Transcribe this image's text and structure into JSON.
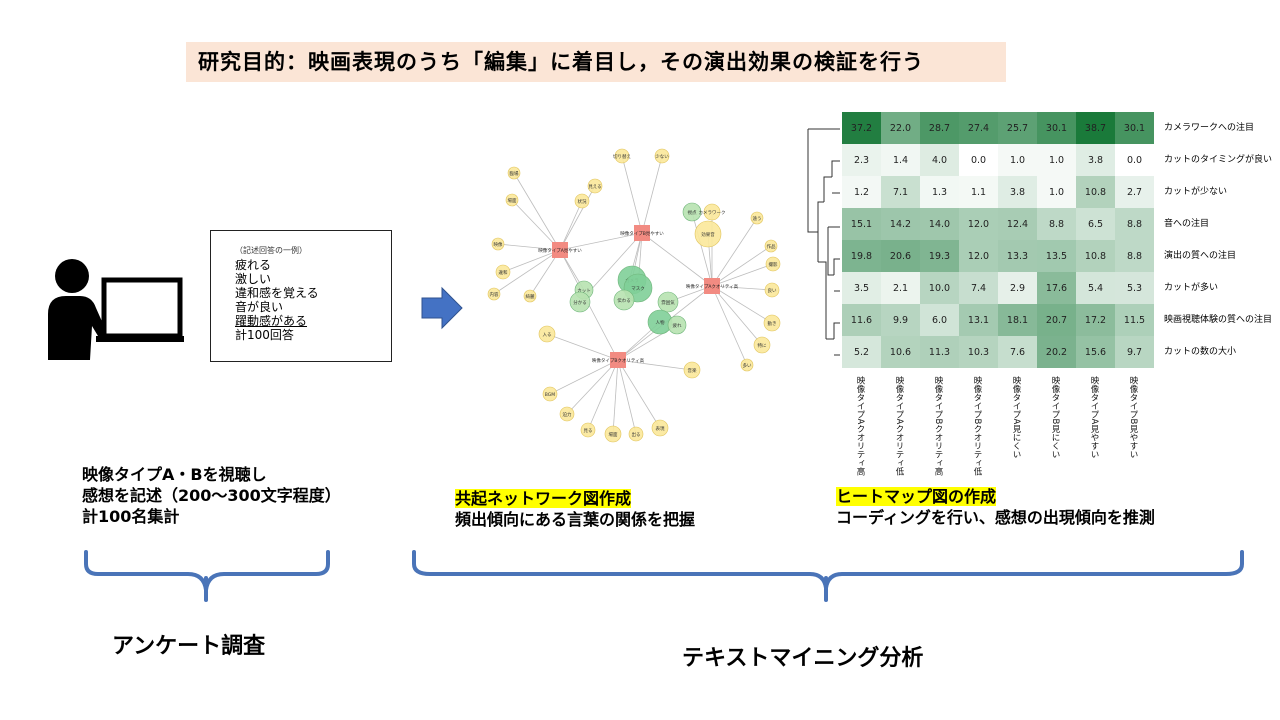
{
  "purpose": "研究目的：映画表現のうち「編集」に着目し，その演出効果の検証を行う",
  "sample": {
    "caption": "（記述回答の一例）",
    "lines": [
      "疲れる",
      "激しい",
      "違和感を覚える",
      "音が良い",
      "躍動感がある"
    ],
    "total": "計100回答"
  },
  "survey": {
    "lines": [
      "映像タイプA・Bを視聴し",
      "感想を記述（200～300文字程度）",
      "計100名集計"
    ],
    "label": "アンケート調査"
  },
  "network": {
    "title": "共起ネットワーク図作成",
    "desc": "頻出傾向にある言葉の関係を把握",
    "hubs": [
      "映像タイプA見やすい",
      "映像タイプB見やすい",
      "映像タイプAクオリティ高",
      "映像タイプBクオリティ高"
    ],
    "words": [
      "切り替え",
      "少ない",
      "見える",
      "状況",
      "臨場",
      "場面",
      "視点",
      "カメラワーク",
      "効果音",
      "遠う",
      "作品",
      "撮影",
      "良い",
      "動き",
      "特に",
      "多い",
      "カット",
      "分かる",
      "カメラ",
      "マスク",
      "伝わる",
      "雰囲気",
      "人物",
      "疲れ",
      "映像",
      "違和",
      "内容",
      "音楽",
      "入る",
      "BGM",
      "迫力",
      "見る",
      "場面",
      "出る",
      "表現",
      "綺麗"
    ]
  },
  "heatmap": {
    "title": "ヒートマップ図の作成",
    "desc": "コーディングを行い、感想の出現傾向を推測",
    "columns": [
      "映像タイプAクオリティ高",
      "映像タイプAクオリティ低",
      "映像タイプBクオリティ高",
      "映像タイプBクオリティ低",
      "映像タイプA見にくい",
      "映像タイプB見にくい",
      "映像タイプA見やすい",
      "映像タイプB見やすい"
    ],
    "rows": [
      {
        "label": "カメラワークへの注目",
        "values": [
          "37.2",
          "22.0",
          "28.7",
          "27.4",
          "25.7",
          "30.1",
          "38.7",
          "30.1"
        ]
      },
      {
        "label": "カットのタイミングが良い",
        "values": [
          "2.3",
          "1.4",
          "4.0",
          "0.0",
          "1.0",
          "1.0",
          "3.8",
          "0.0"
        ]
      },
      {
        "label": "カットが少ない",
        "values": [
          "1.2",
          "7.1",
          "1.3",
          "1.1",
          "3.8",
          "1.0",
          "10.8",
          "2.7"
        ]
      },
      {
        "label": "音への注目",
        "values": [
          "15.1",
          "14.2",
          "14.0",
          "12.0",
          "12.4",
          "8.8",
          "6.5",
          "8.8"
        ]
      },
      {
        "label": "演出の質への注目",
        "values": [
          "19.8",
          "20.6",
          "19.3",
          "12.0",
          "13.3",
          "13.5",
          "10.8",
          "8.8"
        ]
      },
      {
        "label": "カットが多い",
        "values": [
          "3.5",
          "2.1",
          "10.0",
          "7.4",
          "2.9",
          "17.6",
          "5.4",
          "5.3"
        ]
      },
      {
        "label": "映画視聴体験の質への注目",
        "values": [
          "11.6",
          "9.9",
          "6.0",
          "13.1",
          "18.1",
          "20.7",
          "17.2",
          "11.5"
        ]
      },
      {
        "label": "カットの数の大小",
        "values": [
          "5.2",
          "10.6",
          "11.3",
          "10.3",
          "7.6",
          "20.2",
          "15.6",
          "9.7"
        ]
      }
    ]
  },
  "analysis_label": "テキストマイニング分析",
  "colors": {
    "purpose_bg": "#fbe5d6",
    "arrow": "#4472c4",
    "brace": "#4a74b8",
    "highlight": "#ffff00",
    "heat_high": "#1a7a3a",
    "heat_low": "#ffffff"
  }
}
